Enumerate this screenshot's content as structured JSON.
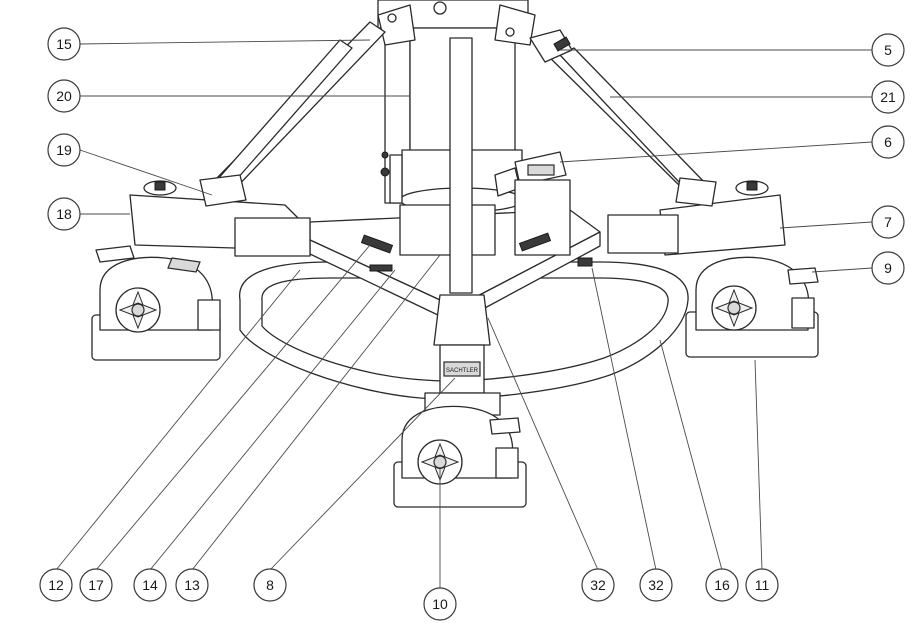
{
  "callouts": [
    {
      "id": "c15",
      "label": "15"
    },
    {
      "id": "c20",
      "label": "20"
    },
    {
      "id": "c19",
      "label": "19"
    },
    {
      "id": "c18",
      "label": "18"
    },
    {
      "id": "c5",
      "label": "5"
    },
    {
      "id": "c21",
      "label": "21"
    },
    {
      "id": "c6",
      "label": "6"
    },
    {
      "id": "c7",
      "label": "7"
    },
    {
      "id": "c9",
      "label": "9"
    },
    {
      "id": "c12",
      "label": "12"
    },
    {
      "id": "c17",
      "label": "17"
    },
    {
      "id": "c14",
      "label": "14"
    },
    {
      "id": "c13",
      "label": "13"
    },
    {
      "id": "c8",
      "label": "8"
    },
    {
      "id": "c10",
      "label": "10"
    },
    {
      "id": "c32a",
      "label": "32"
    },
    {
      "id": "c32b",
      "label": "32"
    },
    {
      "id": "c16",
      "label": "16"
    },
    {
      "id": "c11",
      "label": "11"
    }
  ],
  "stamp_text": "SACHTLER"
}
